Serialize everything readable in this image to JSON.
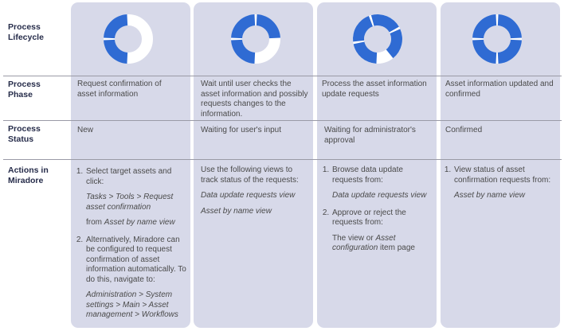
{
  "rows": {
    "lifecycle": "Process Lifecycle",
    "phase": "Process Phase",
    "status": "Process Status",
    "actions": "Actions in Miradore"
  },
  "colors": {
    "column_bg": "#d7d9e9",
    "cycle_blue": "#2f6bd3",
    "cycle_light": "#ffffff"
  },
  "lifecycle_progress": [
    0.5,
    0.75,
    0.9,
    1.0
  ],
  "columns": [
    {
      "phase": "Request confirmation of asset information",
      "status": "New",
      "actions": {
        "step1_text": "Select target assets and click:",
        "step1_path": "Tasks > Tools > Request asset confirmation",
        "step1_from": "from ",
        "step1_view": "Asset by name view",
        "step2_text": "Alternatively, Miradore can be configured to request confirmation of asset information automatically. To do this, navigate to:",
        "step2_path": "Administration > System settings > Main > Asset management > Workflows"
      }
    },
    {
      "phase": "Wait until user checks the asset information and possibly requests changes to the information.",
      "status": "Waiting for user's input",
      "actions": {
        "intro": "Use the following views to track status of the requests:",
        "view1": "Data update requests view",
        "view2": "Asset by name view"
      }
    },
    {
      "phase": "Process the asset information update requests",
      "status": "Waiting for administrator's approval",
      "actions": {
        "step1_text": "Browse data update requests from:",
        "step1_view": "Data update requests view",
        "step2_text": "Approve or reject the requests from:",
        "step2_a": "The view or ",
        "step2_b": "Asset configuration",
        "step2_c": " item page"
      }
    },
    {
      "phase": "Asset information updated and confirmed",
      "status": "Confirmed",
      "actions": {
        "step1_text": "View status of asset confirmation requests from:",
        "step1_view": "Asset by name view"
      }
    }
  ]
}
